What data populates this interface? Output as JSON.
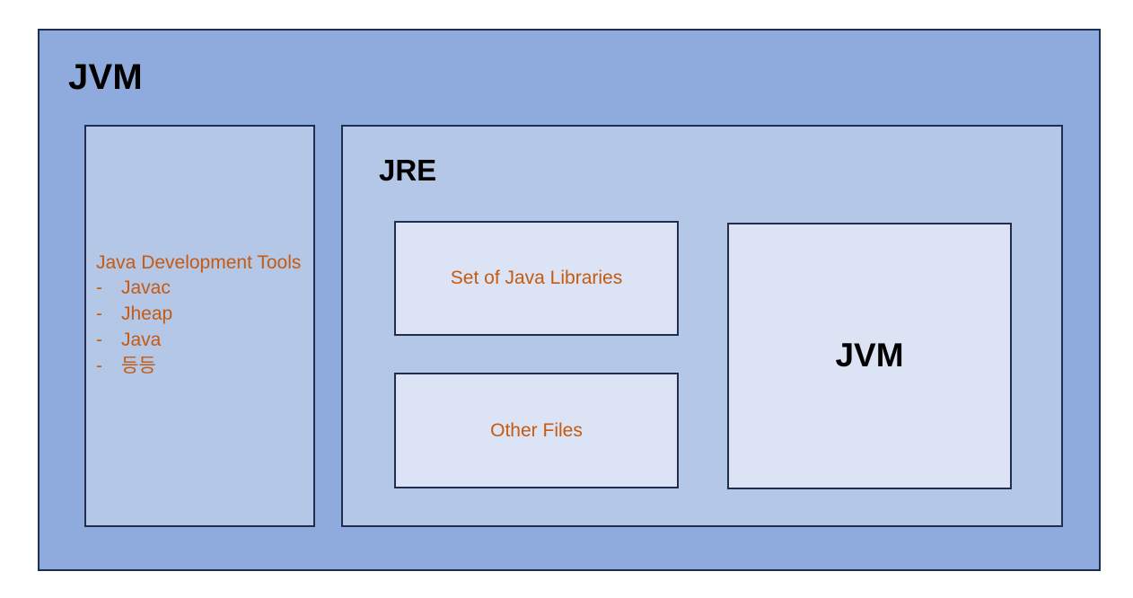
{
  "diagram": {
    "outer": {
      "title": "JVM",
      "bg_color": "#8FAADC",
      "border_color": "#1F2D50"
    },
    "jdk_tools": {
      "heading": "Java Development Tools",
      "bg_color": "#B4C7E7",
      "text_color": "#C55A11",
      "bullet": "-",
      "items": [
        {
          "bullet": "-",
          "label": "Javac"
        },
        {
          "bullet": "-",
          "label": "Jheap"
        },
        {
          "bullet": "-",
          "label": "Java"
        },
        {
          "bullet": "-",
          "label": "등등"
        }
      ]
    },
    "jre": {
      "title": "JRE",
      "bg_color": "#B4C7E7",
      "boxes": [
        {
          "label": "Set of Java Libraries",
          "bg_color": "#DCE3F4",
          "text_color": "#C55A11"
        },
        {
          "label": "Other Files",
          "bg_color": "#DCE3F4",
          "text_color": "#C55A11"
        },
        {
          "label": "JVM",
          "bg_color": "#DCE3F4",
          "text_color": "#000000"
        }
      ]
    }
  }
}
